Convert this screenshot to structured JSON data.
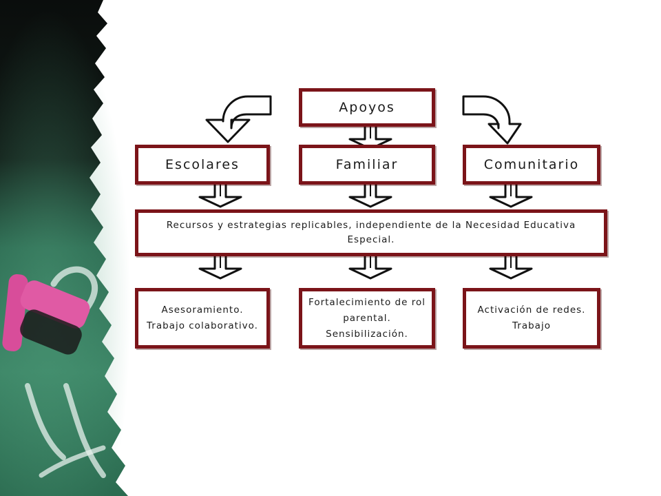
{
  "diagram": {
    "nodes": {
      "apoyos": "Apoyos",
      "escolares": "Escolares",
      "familiar": "Familiar",
      "comunitario": "Comunitario",
      "recursos": "Recursos y estrategias replicables, independiente de la Necesidad Educativa Especial.",
      "asesoramiento": "Asesoramiento. Trabajo colaborativo.",
      "fortalecimiento": "Fortalecimiento de rol parental. Sensibilización.",
      "activacion": "Activación de redes. Trabajo"
    },
    "edges": [
      {
        "from": "apoyos",
        "to": "escolares"
      },
      {
        "from": "apoyos",
        "to": "familiar"
      },
      {
        "from": "apoyos",
        "to": "comunitario"
      },
      {
        "from": "escolares",
        "to": "recursos"
      },
      {
        "from": "familiar",
        "to": "recursos"
      },
      {
        "from": "comunitario",
        "to": "recursos"
      },
      {
        "from": "recursos",
        "to": "asesoramiento"
      },
      {
        "from": "recursos",
        "to": "fortalecimiento"
      },
      {
        "from": "recursos",
        "to": "activacion"
      }
    ],
    "colors": {
      "border": "#7b1419",
      "chalkboard": "#2f6f55",
      "chalk": "#d84d9a"
    }
  }
}
